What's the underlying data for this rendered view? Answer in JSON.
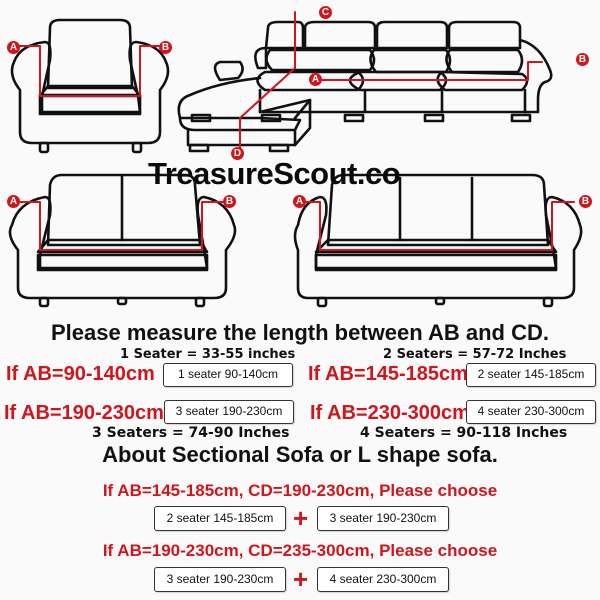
{
  "watermark": "TreasureScout.co",
  "markers": {
    "a": "A",
    "b": "B",
    "c": "C",
    "d": "D"
  },
  "colors": {
    "accent_red": "#d0161c",
    "text": "#111111",
    "background": "#fafafa"
  },
  "diagrams": {
    "armchair": "1 seater armchair with AB measurement",
    "sectional": "L-shape sectional sofa with AB and CD measurements",
    "loveseat": "2 seater sofa with AB measurement",
    "three_seater": "3 seater sofa with AB measurement"
  },
  "headline": "Please measure the length between AB and CD.",
  "sizes": [
    {
      "inches": "1 Seater = 33-55 inches",
      "condition": "If AB=90-140cm",
      "option": "1 seater 90-140cm"
    },
    {
      "inches": "2 Seaters = 57-72 Inches",
      "condition": "If AB=145-185cm",
      "option": "2 seater 145-185cm"
    },
    {
      "inches": "3 Seaters = 74-90 Inches",
      "condition": "If AB=190-230cm",
      "option": "3 seater 190-230cm"
    },
    {
      "inches": "4 Seaters = 90-118 Inches",
      "condition": "If AB=230-300cm",
      "option": "4 seater 230-300cm"
    }
  ],
  "sectional_heading": "About Sectional Sofa or L shape sofa.",
  "sectional_rules": [
    {
      "condition": "If AB=145-185cm, CD=190-230cm, Please choose",
      "options": [
        "2 seater 145-185cm",
        "3 seater 190-230cm"
      ],
      "plus": "+"
    },
    {
      "condition": "If AB=190-230cm, CD=235-300cm, Please choose",
      "options": [
        "3 seater 190-230cm",
        "4 seater 230-300cm"
      ],
      "plus": "+"
    }
  ]
}
